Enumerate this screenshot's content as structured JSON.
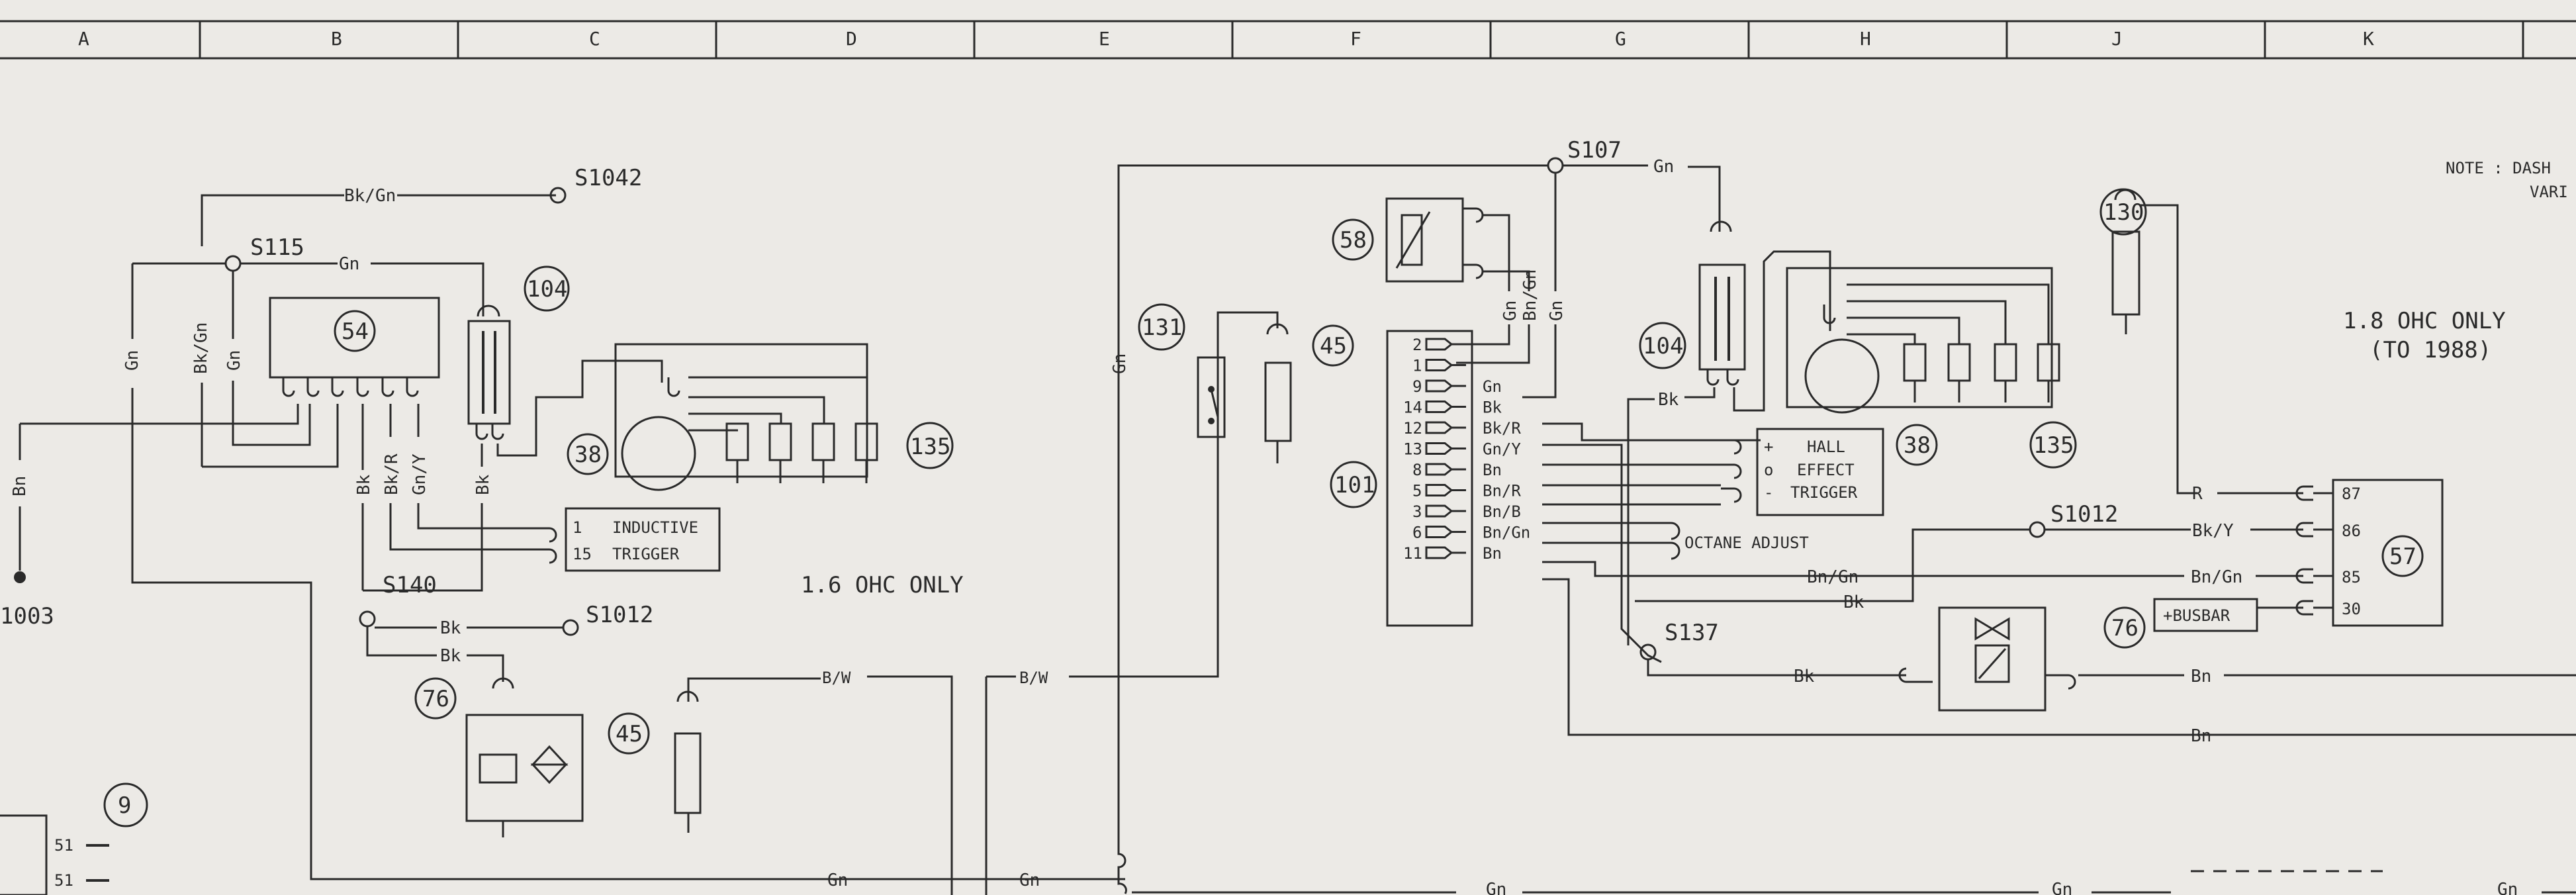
{
  "grid_columns": [
    "A",
    "B",
    "C",
    "D",
    "E",
    "F",
    "G",
    "H",
    "J",
    "K"
  ],
  "note": [
    "NOTE : DASH",
    "VARI"
  ],
  "section_labels": {
    "ohc_16": "1.6 OHC ONLY",
    "ohc_18_line1": "1.8 OHC ONLY",
    "ohc_18_line2": "(TO 1988)"
  },
  "splices": {
    "s1042": "S1042",
    "s115": "S115",
    "s140": "S140",
    "s1012_left": "S1012",
    "s107": "S107",
    "s1012_right": "S1012",
    "s137": "S137"
  },
  "terminals": {
    "s1003": "1003",
    "pin51a": "51",
    "pin51b": "51"
  },
  "components": {
    "c54": "54",
    "c104_left": "104",
    "c38_left": "38",
    "c135_left": "135",
    "c76_left": "76",
    "c45_left": "45",
    "c9": "9",
    "c131": "131",
    "c45_mid": "45",
    "c58": "58",
    "c101": "101",
    "c104_right": "104",
    "c38_right": "38",
    "c135_right": "135",
    "c130": "130",
    "c76_right": "76",
    "c57": "57"
  },
  "wire_labels": {
    "bk_gn_top": "Bk/Gn",
    "gn_s115": "Gn",
    "gn_vert": "Gn",
    "bk_gn_vert": "Bk/Gn",
    "gn_vert2": "Gn",
    "bn_vert": "Bn",
    "bk_54": "Bk",
    "bk_r_54": "Bk/R",
    "gn_y_54": "Gn/Y",
    "bk_104": "Bk",
    "bk_s140": "Bk",
    "bk_s140b": "Bk",
    "bw_left": "B/W",
    "bw_mid": "B/W",
    "gn_bottom_left": "Gn",
    "gn_bottom_mid": "Gn",
    "gn_bottom_mid2": "Gn",
    "gn_bottom_right": "Gn",
    "gn_bottom_far": "Gn",
    "gn_131": "Gn",
    "gn_s107": "Gn",
    "gn_58a": "Gn",
    "bn_gn_58": "Bn/Gn",
    "gn_58b": "Gn",
    "bk_104r": "Bk",
    "bk_s137": "Bk",
    "bn_76r": "Bn",
    "bn_lower": "Bn",
    "r_57": "R",
    "bk_y_57": "Bk/Y",
    "bn_gn_57": "Bn/Gn",
    "bk_mid": "Bk",
    "bn_gn_mid": "Bn/Gn"
  },
  "inductive_trigger": {
    "pin1": "1",
    "pin15": "15",
    "line1": "INDUCTIVE",
    "line2": "TRIGGER"
  },
  "hall_effect": {
    "plus": "+",
    "o": "o",
    "minus": "-",
    "line1": "HALL",
    "line2": "EFFECT",
    "line3": "TRIGGER"
  },
  "octane_adjust": "OCTANE ADJUST",
  "busbar": "+BUSBAR",
  "relay_pins": [
    "87",
    "86",
    "85",
    "30"
  ],
  "connector_101": [
    {
      "pin": "2",
      "wire": ""
    },
    {
      "pin": "1",
      "wire": ""
    },
    {
      "pin": "9",
      "wire": "Gn"
    },
    {
      "pin": "14",
      "wire": "Bk"
    },
    {
      "pin": "12",
      "wire": "Bk/R"
    },
    {
      "pin": "13",
      "wire": "Gn/Y"
    },
    {
      "pin": "8",
      "wire": "Bn"
    },
    {
      "pin": "5",
      "wire": "Bn/R"
    },
    {
      "pin": "3",
      "wire": "Bn/B"
    },
    {
      "pin": "6",
      "wire": "Bn/Gn"
    },
    {
      "pin": "11",
      "wire": "Bn"
    }
  ],
  "colors": {
    "paper": "#eceae6",
    "ink": "#2a2a2a"
  }
}
